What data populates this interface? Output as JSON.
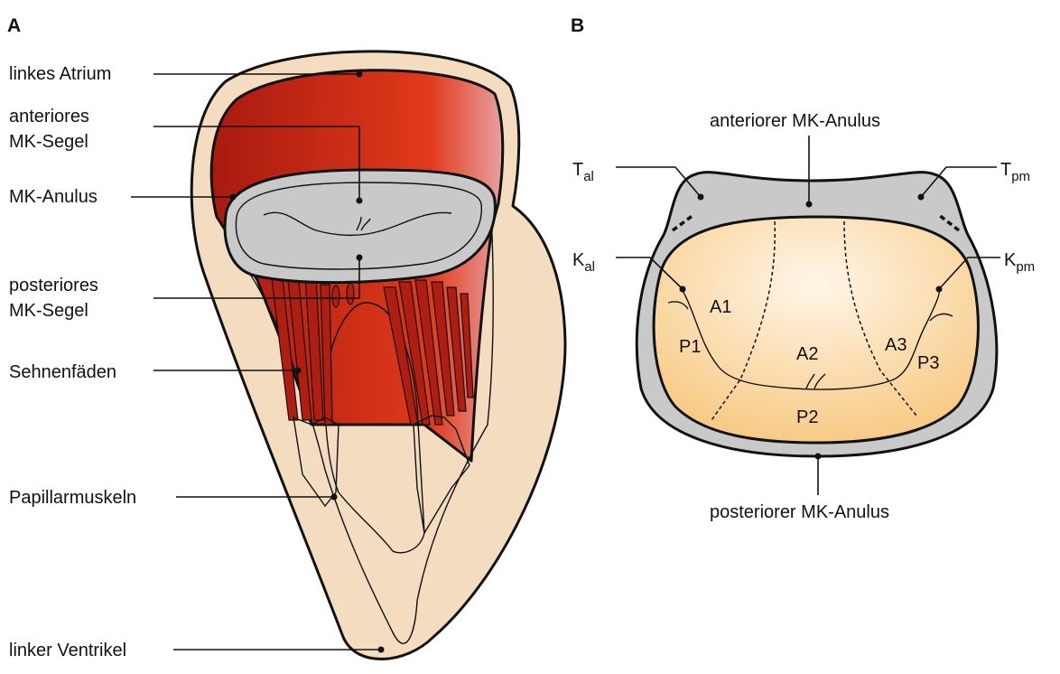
{
  "panel_a": {
    "letter": "A",
    "labels": {
      "left_atrium": "linkes Atrium",
      "anterior_leaflet_1": "anteriores",
      "anterior_leaflet_2": "MK-Segel",
      "annulus": "MK-Anulus",
      "posterior_leaflet_1": "posteriores",
      "posterior_leaflet_2": "MK-Segel",
      "chordae": "Sehnenfäden",
      "papillary": "Papillarmuskeln",
      "left_ventricle": "linker Ventrikel"
    }
  },
  "panel_b": {
    "letter": "B",
    "labels": {
      "anterior_annulus": "anteriorer MK-Anulus",
      "posterior_annulus": "posteriorer MK-Anulus",
      "t_al": "T",
      "t_al_sub": "al",
      "t_pm": "T",
      "t_pm_sub": "pm",
      "k_al": "K",
      "k_al_sub": "al",
      "k_pm": "K",
      "k_pm_sub": "pm"
    },
    "segments": {
      "a1": "A1",
      "a2": "A2",
      "a3": "A3",
      "p1": "P1",
      "p2": "P2",
      "p3": "P3"
    }
  },
  "colors": {
    "atrium_dark": "#b01e12",
    "atrium_light": "#e03a1a",
    "skin": "#f3dcc0",
    "leaflet": "#f7d6a0",
    "annulus_gray": "#c9c9c9",
    "outline": "#111111"
  }
}
